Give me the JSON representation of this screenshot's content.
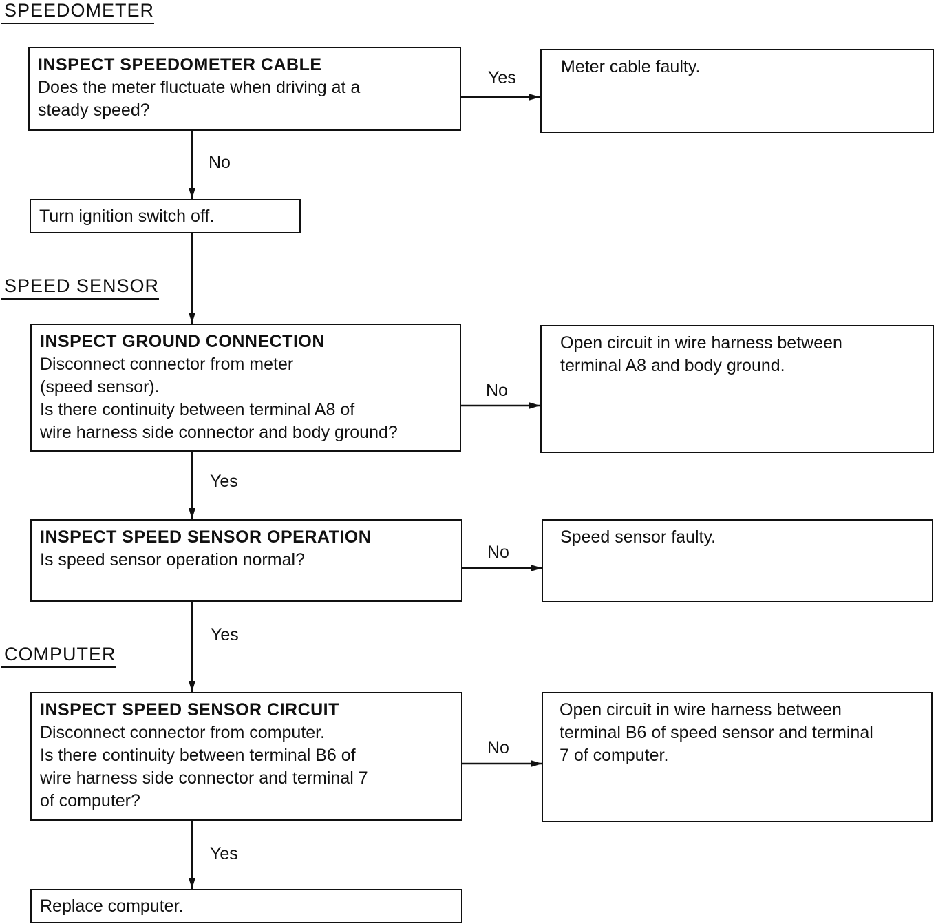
{
  "sections": {
    "speedometer": "SPEEDOMETER",
    "speed_sensor": "SPEED SENSOR",
    "computer": "COMPUTER"
  },
  "steps": {
    "inspect_cable": {
      "title": "INSPECT SPEEDOMETER CABLE",
      "body": "Does the meter fluctuate when driving at a\nsteady speed?"
    },
    "ignition_off": {
      "body": "Turn ignition switch off."
    },
    "inspect_ground": {
      "title": "INSPECT GROUND CONNECTION",
      "body": "Disconnect connector from meter\n(speed sensor).\nIs there continuity between terminal A8 of\nwire harness side connector and body ground?"
    },
    "inspect_sensor_op": {
      "title": "INSPECT SPEED SENSOR OPERATION",
      "body": "Is speed sensor operation normal?"
    },
    "inspect_circuit": {
      "title": "INSPECT SPEED SENSOR CIRCUIT",
      "body": "Disconnect connector from computer.\nIs there continuity between terminal B6 of\nwire harness side connector and terminal 7\nof computer?"
    },
    "replace_computer": {
      "body": "Replace computer."
    }
  },
  "results": {
    "cable_faulty": "Meter cable faulty.",
    "ground_open": "Open circuit in wire harness between\nterminal A8 and body ground.",
    "sensor_faulty": "Speed sensor faulty.",
    "circuit_open": "Open circuit in wire harness between\nterminal B6 of speed sensor and terminal\n7 of computer."
  },
  "labels": {
    "yes_cable": "Yes",
    "no_cable": "No",
    "no_ground": "No",
    "yes_ground": "Yes",
    "no_sensor": "No",
    "yes_sensor": "Yes",
    "no_circuit": "No",
    "yes_circuit": "Yes"
  }
}
